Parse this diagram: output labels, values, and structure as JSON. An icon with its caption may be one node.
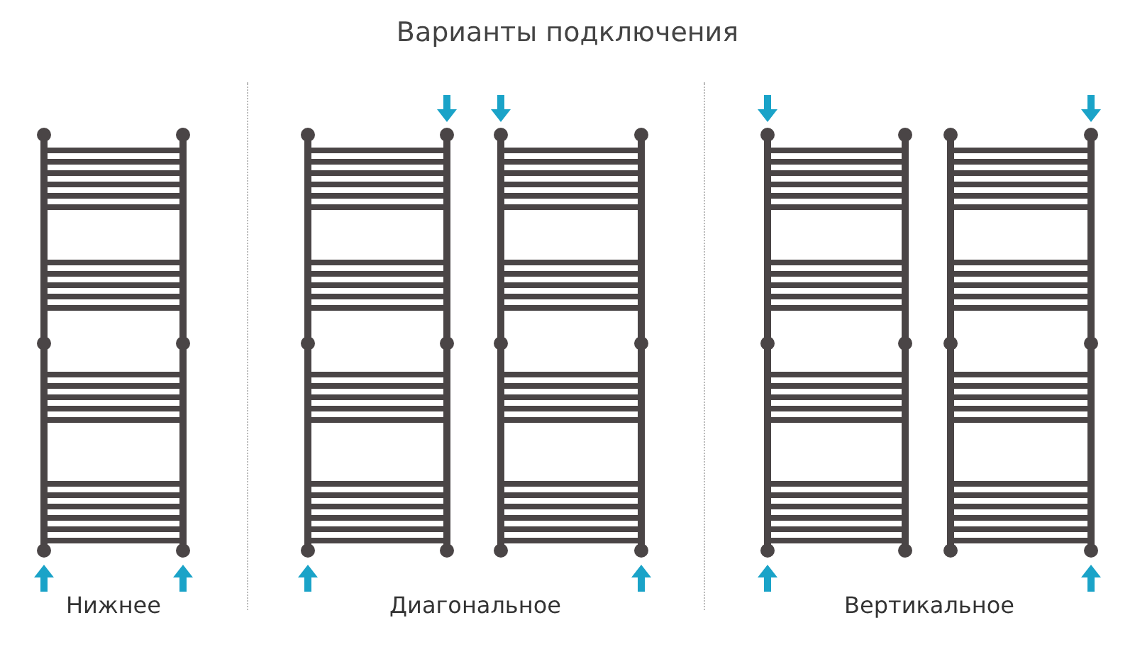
{
  "diagram": {
    "title": "Варианты подключения",
    "labels": [
      "Нижнее",
      "Диагональное",
      "Вертикальное"
    ]
  }
}
